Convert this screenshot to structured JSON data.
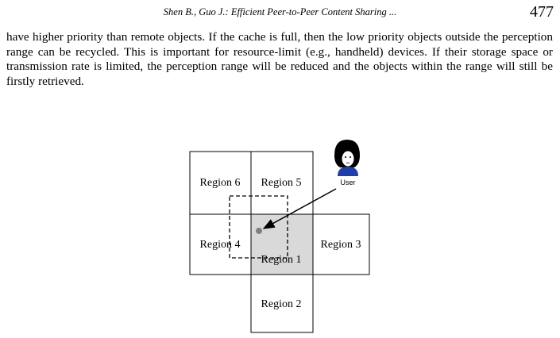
{
  "header": {
    "running_title": "Shen B., Guo J.: Efficient Peer-to-Peer Content Sharing ...",
    "page_number": "477"
  },
  "body": {
    "paragraph": "have higher priority than remote objects. If the cache is full, then the low priority objects outside the perception range can be recycled. This is important for resource-limit (e.g., handheld) devices. If their storage space or transmission rate is limited, the perception range will be reduced and the objects within the range will still be firstly retrieved."
  },
  "figure": {
    "regions": [
      {
        "label": "Region 1",
        "highlighted": true
      },
      {
        "label": "Region 2",
        "highlighted": false
      },
      {
        "label": "Region 3",
        "highlighted": false
      },
      {
        "label": "Region 4",
        "highlighted": false
      },
      {
        "label": "Region 5",
        "highlighted": false
      },
      {
        "label": "Region 6",
        "highlighted": false
      }
    ],
    "user_label": "User",
    "highlight_color": "#d9d9d9"
  }
}
